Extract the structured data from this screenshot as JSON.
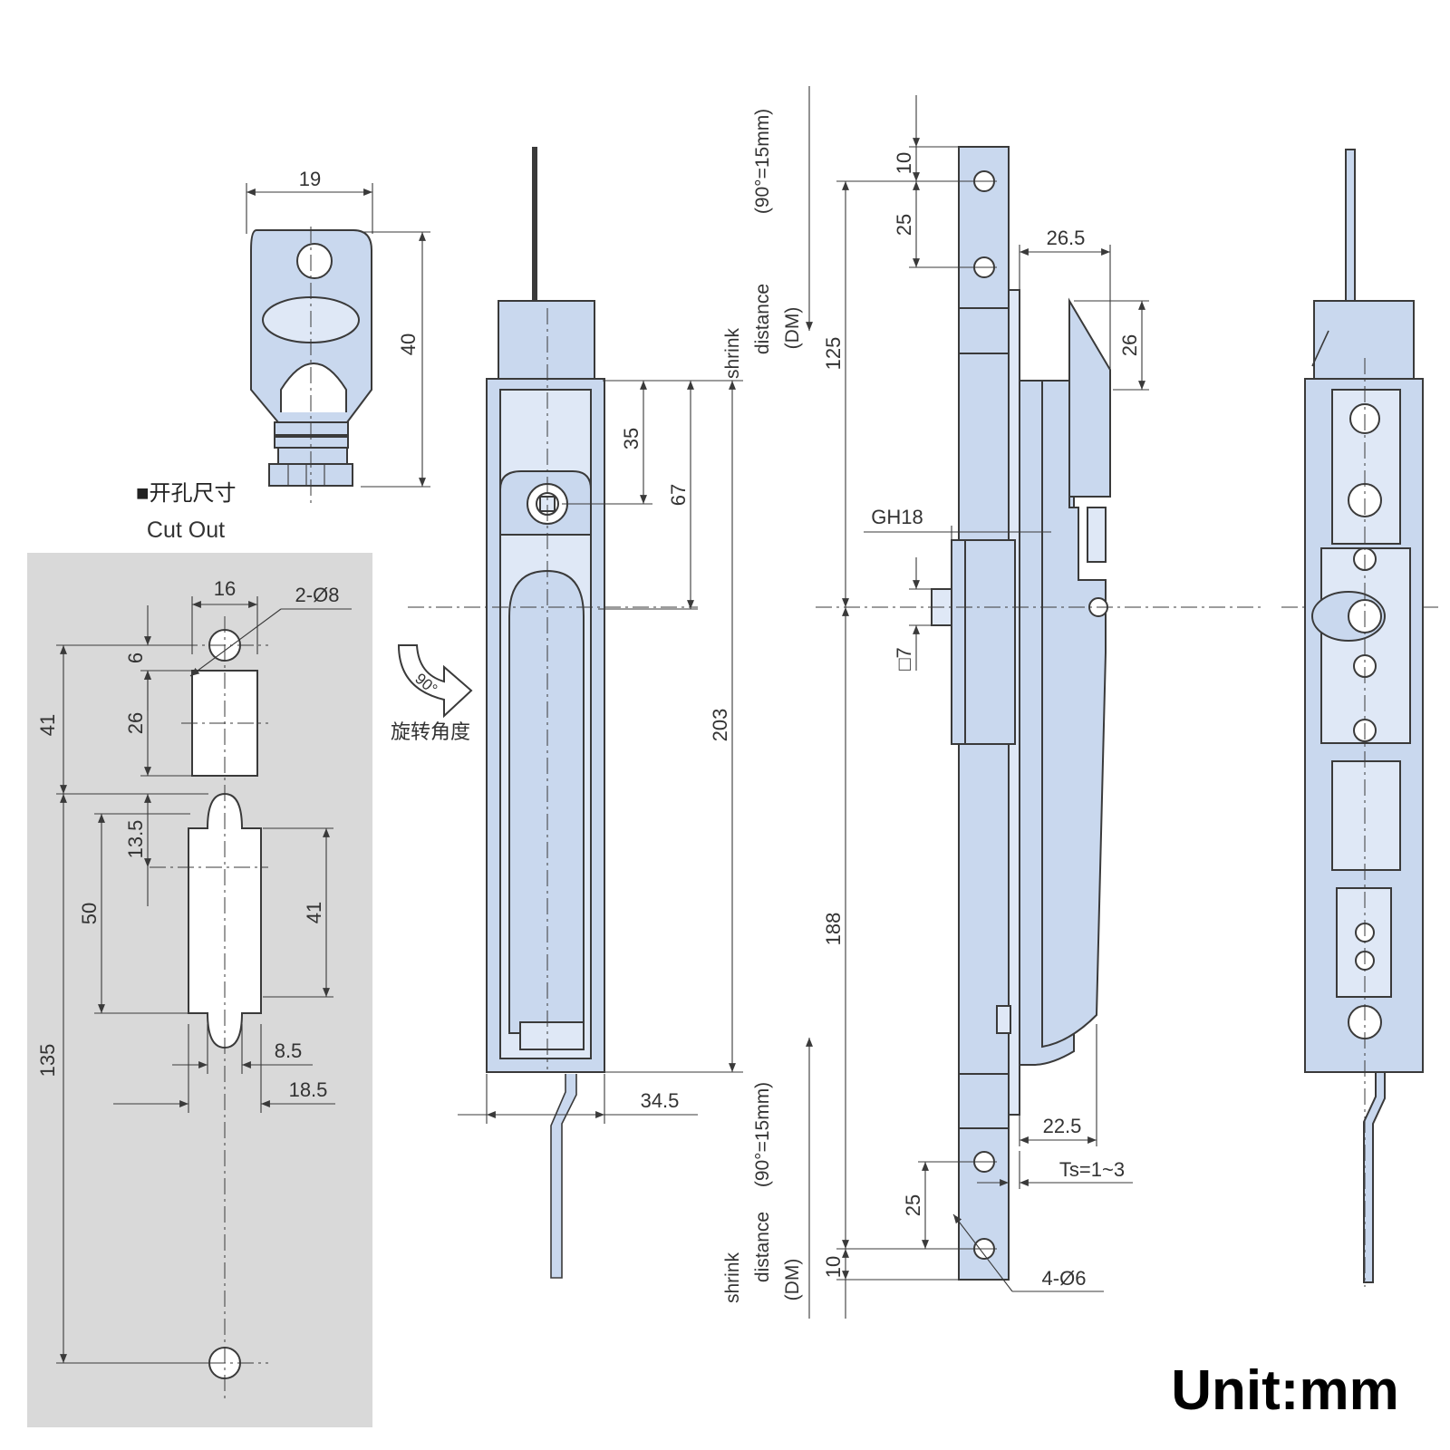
{
  "key": {
    "width": "19",
    "height": "40"
  },
  "cutout": {
    "title_cn": "■开孔尺寸",
    "title_en": "Cut Out",
    "dims": [
      "16",
      "2-Ø8",
      "6",
      "41",
      "26",
      "13.5",
      "50",
      "41",
      "135",
      "8.5",
      "18.5"
    ]
  },
  "front": {
    "dims": [
      "35",
      "67",
      "203",
      "34.5"
    ],
    "rotation_angle": "90°",
    "rotation_label": "旋转角度"
  },
  "side_notes": {
    "top": [
      "shrink",
      "distance",
      "(DM)",
      "(90°=15mm)"
    ],
    "bottom": [
      "shrink",
      "distance",
      "(DM)",
      "(90°=15mm)"
    ]
  },
  "side": {
    "dims": [
      "10",
      "25",
      "125",
      "26.5",
      "26",
      "GH18",
      "□7",
      "188",
      "22.5",
      "Ts=1~3",
      "25",
      "10",
      "4-Ø6"
    ]
  },
  "unit_label": "Unit:mm",
  "colors": {
    "part_fill": "#c9d8ee",
    "cutout_panel": "#d9d9d9",
    "line": "#3a3a3a"
  }
}
